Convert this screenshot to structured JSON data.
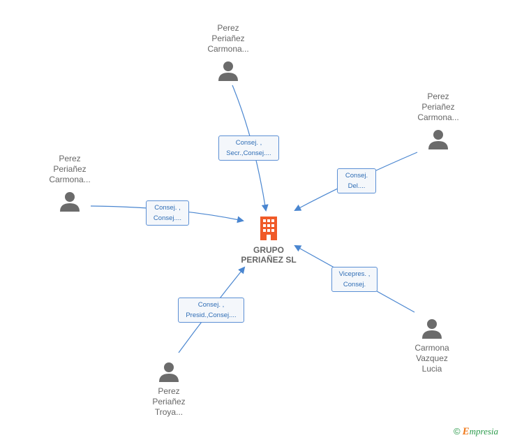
{
  "company": {
    "name_line1": "GRUPO",
    "name_line2": "PERIAÑEZ SL",
    "icon": "building-icon",
    "color": "#f05a28"
  },
  "people": [
    {
      "id": "top",
      "lines": [
        "Perez",
        "Periañez",
        "Carmona..."
      ],
      "role_lines": [
        "Consej. ,",
        "Secr.,Consej...."
      ]
    },
    {
      "id": "upper-right",
      "lines": [
        "Perez",
        "Periañez",
        "Carmona..."
      ],
      "role_lines": [
        "Consej.",
        "Del...."
      ]
    },
    {
      "id": "left",
      "lines": [
        "Perez",
        "Periañez",
        "Carmona..."
      ],
      "role_lines": [
        "Consej. ,",
        "Consej...."
      ]
    },
    {
      "id": "lower-right",
      "lines": [
        "Carmona",
        "Vazquez",
        "Lucia"
      ],
      "role_lines": [
        "Vicepres. ,",
        "Consej."
      ]
    },
    {
      "id": "bottom",
      "lines": [
        "Perez",
        "Periañez",
        "Troya..."
      ],
      "role_lines": [
        "Consej. ,",
        "Presid.,Consej...."
      ]
    }
  ],
  "colors": {
    "edge": "#4a86d0",
    "person": "#6b6b6b",
    "label_text": "#2f6db5"
  },
  "footer": {
    "copyright": "©",
    "brand_initial": "E",
    "brand_rest": "mpresia"
  }
}
